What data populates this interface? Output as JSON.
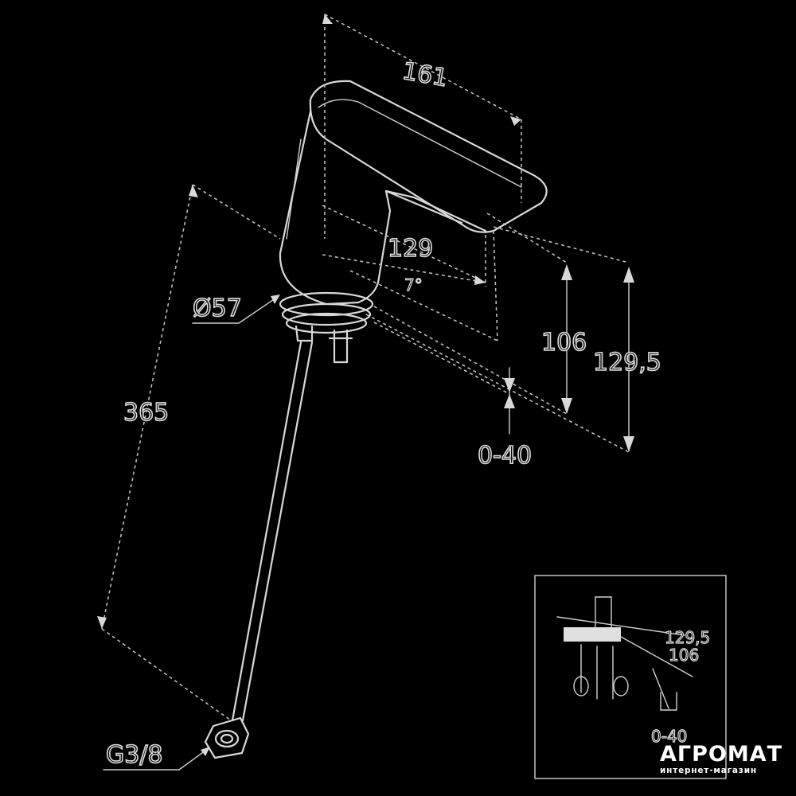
{
  "dimensions": {
    "width_top": "161",
    "spout_diameter": "129",
    "angle": "7°",
    "base_diameter": "Ø57",
    "overall_height": "365",
    "height_106": "106",
    "height_129_5": "129,5",
    "deck_range": "0-40",
    "thread": "G3/8"
  },
  "inset": {
    "label_top": "129,5",
    "label_mid": "106",
    "label_bottom": "0-40"
  },
  "brand": {
    "name": "АГРОМАТ",
    "subtitle": "интернет-магазин"
  },
  "colors": {
    "background": "#000000",
    "line": "#d8d8d8",
    "brand_text": "#ffffff"
  }
}
